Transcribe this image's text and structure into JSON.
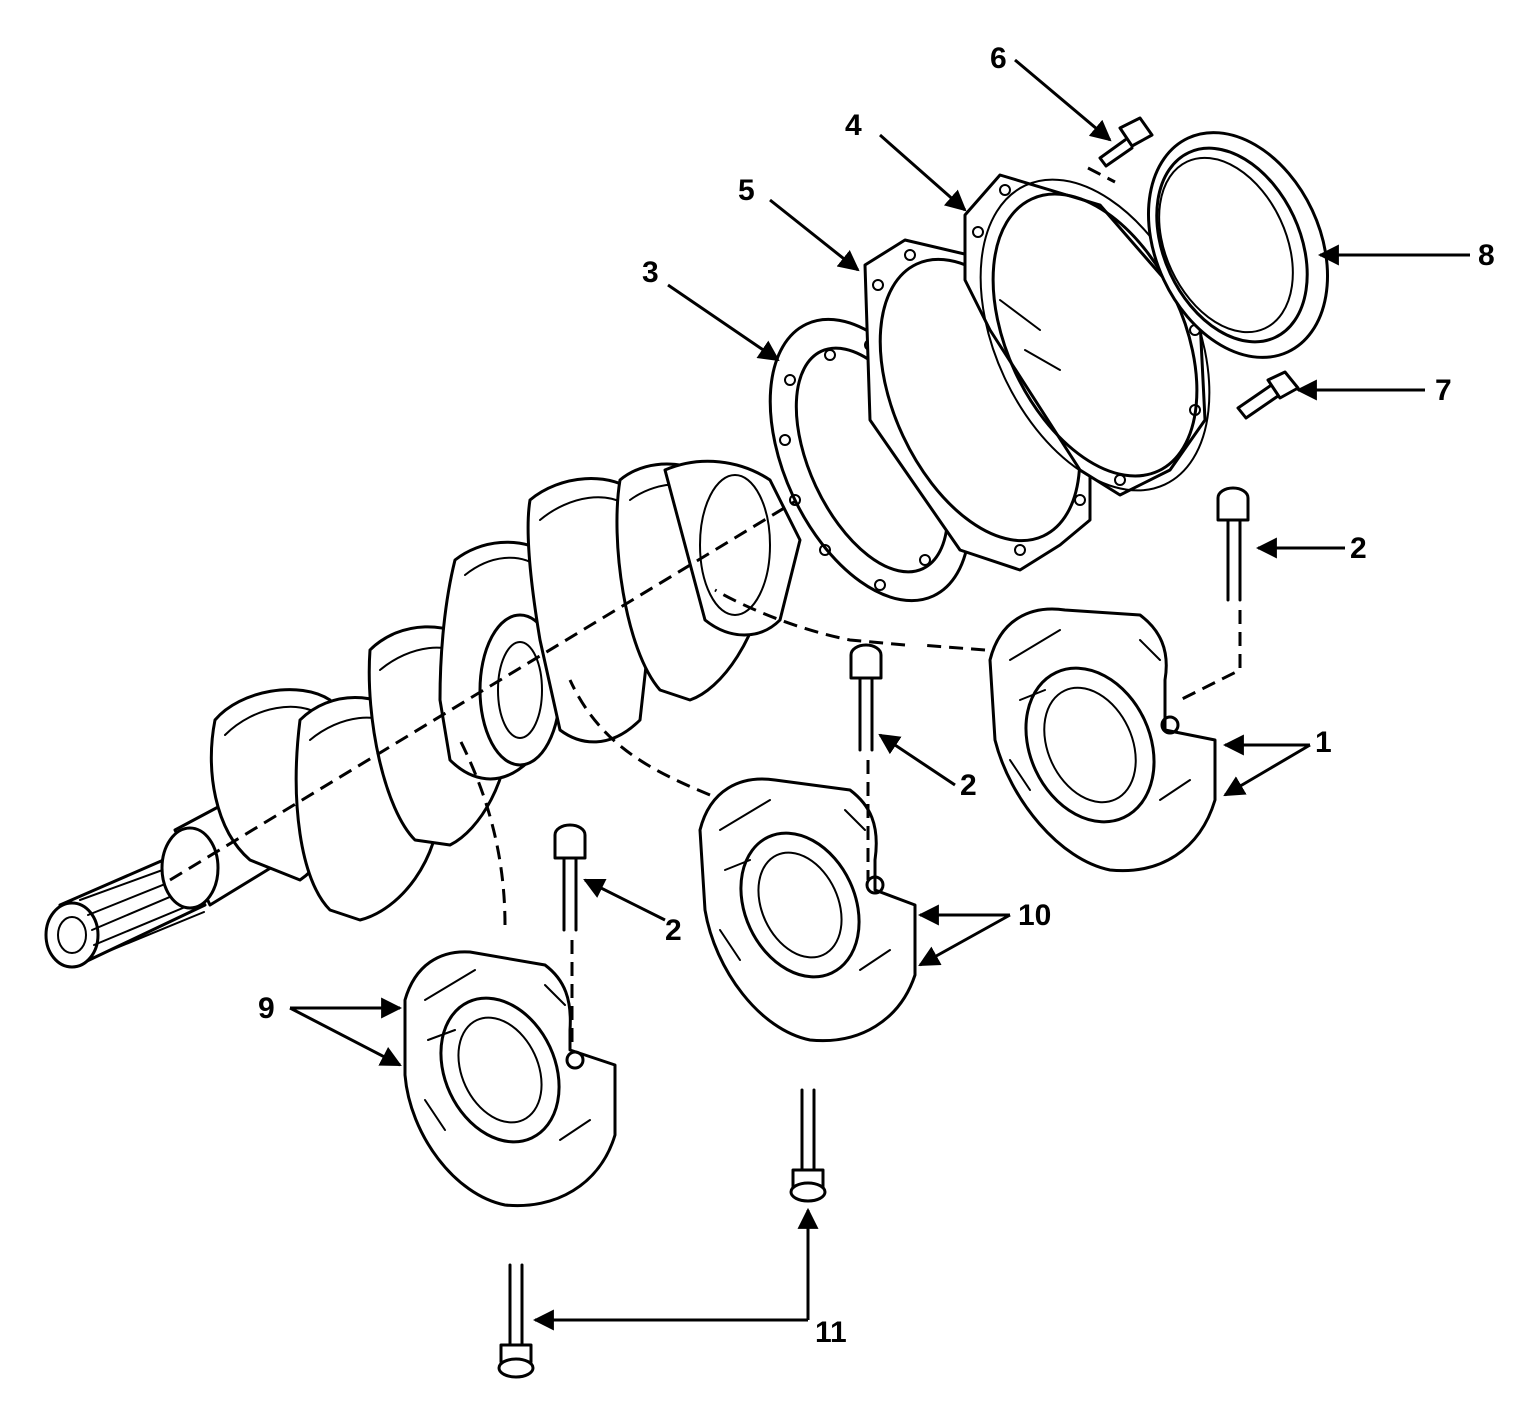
{
  "callouts": {
    "c1": "1",
    "c2a": "2",
    "c2b": "2",
    "c2c": "2",
    "c3": "3",
    "c4": "4",
    "c5": "5",
    "c6": "6",
    "c7": "7",
    "c8": "8",
    "c9": "9",
    "c10": "10",
    "c11": "11"
  },
  "colors": {
    "ink": "#000000",
    "paper": "#ffffff"
  }
}
